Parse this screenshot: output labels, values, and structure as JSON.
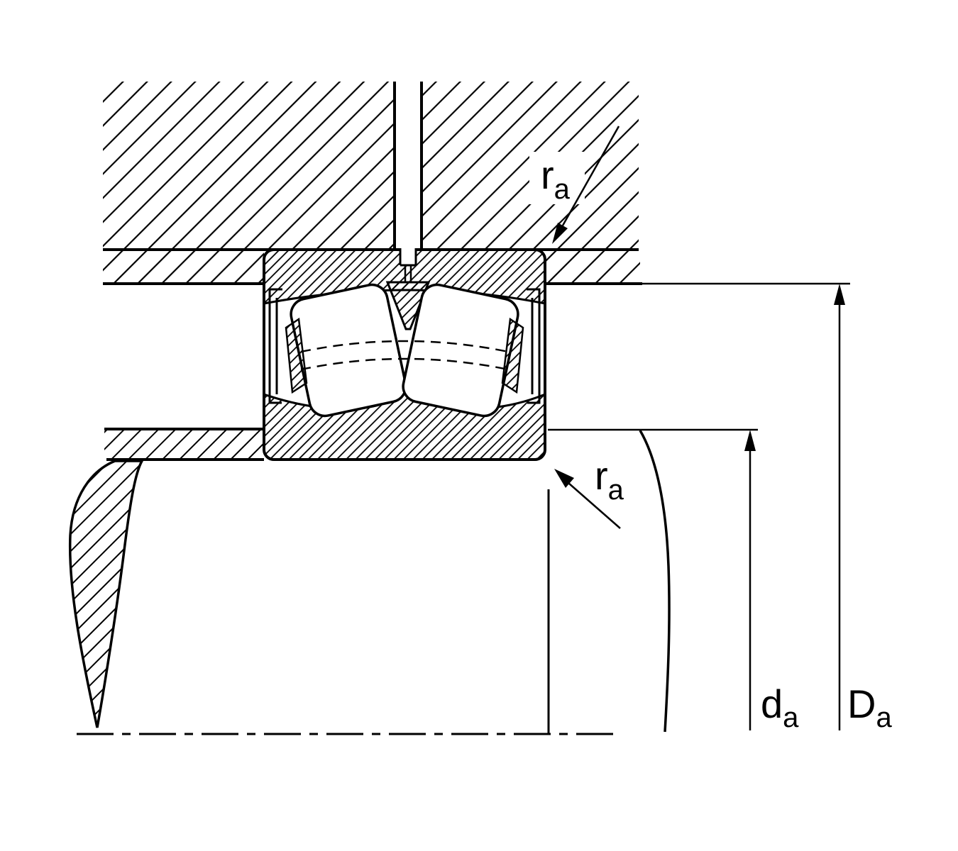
{
  "diagram": {
    "colors": {
      "line": "#000000",
      "background": "#ffffff"
    },
    "labels": {
      "ra_top": {
        "base": "r",
        "sub": "a"
      },
      "ra_bottom": {
        "base": "r",
        "sub": "a"
      },
      "da": {
        "base": "d",
        "sub": "a"
      },
      "Da": {
        "base": "D",
        "sub": "a"
      }
    }
  }
}
